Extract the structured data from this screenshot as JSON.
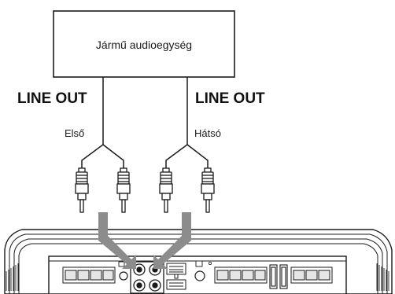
{
  "head_unit": {
    "label": "Jármű audioegység"
  },
  "outputs": {
    "left": {
      "title": "LINE OUT",
      "channel": "Első"
    },
    "right": {
      "title": "LINE OUT",
      "channel": "Hátsó"
    }
  },
  "colors": {
    "line": "#1a1a1a",
    "arrow": "#8c8c8c",
    "amp_fill": "#ffffff",
    "terminal_fill": "#e6e6e6"
  }
}
